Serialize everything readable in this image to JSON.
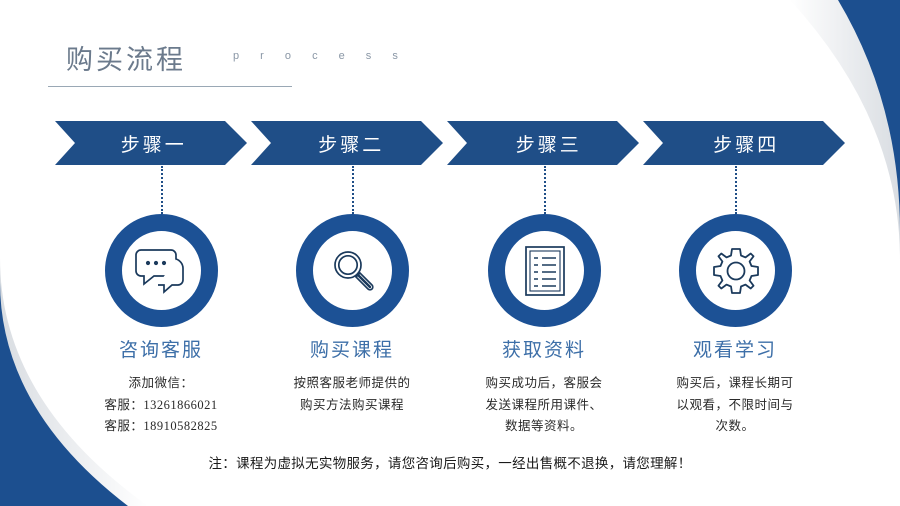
{
  "header": {
    "title_cn": "购买流程",
    "title_en": "p r o c e s s"
  },
  "colors": {
    "brand_blue": "#1c5195",
    "banner_blue": "#1f4e87",
    "deco_blue": "#1c4f8f",
    "title_grey": "#6b7a8c",
    "col_title_blue": "#3d6fa8"
  },
  "steps": [
    {
      "banner_label": "步骤一",
      "icon": "speech-bubbles-icon",
      "title": "咨询客服",
      "body": [
        "添加微信：",
        "客服：13261866021",
        "客服：18910582825"
      ]
    },
    {
      "banner_label": "步骤二",
      "icon": "magnifier-icon",
      "title": "购买课程",
      "body": [
        "按照客服老师提供的",
        "购买方法购买课程"
      ]
    },
    {
      "banner_label": "步骤三",
      "icon": "document-list-icon",
      "title": "获取资料",
      "body": [
        "购买成功后，客服会",
        "发送课程所用课件、",
        "数据等资料。"
      ]
    },
    {
      "banner_label": "步骤四",
      "icon": "gear-icon",
      "title": "观看学习",
      "body": [
        "购买后，课程长期可",
        "以观看，不限时间与",
        "次数。"
      ]
    }
  ],
  "footer": {
    "note": "注：课程为虚拟无实物服务，请您咨询后购买，一经出售概不退换，请您理解！"
  }
}
